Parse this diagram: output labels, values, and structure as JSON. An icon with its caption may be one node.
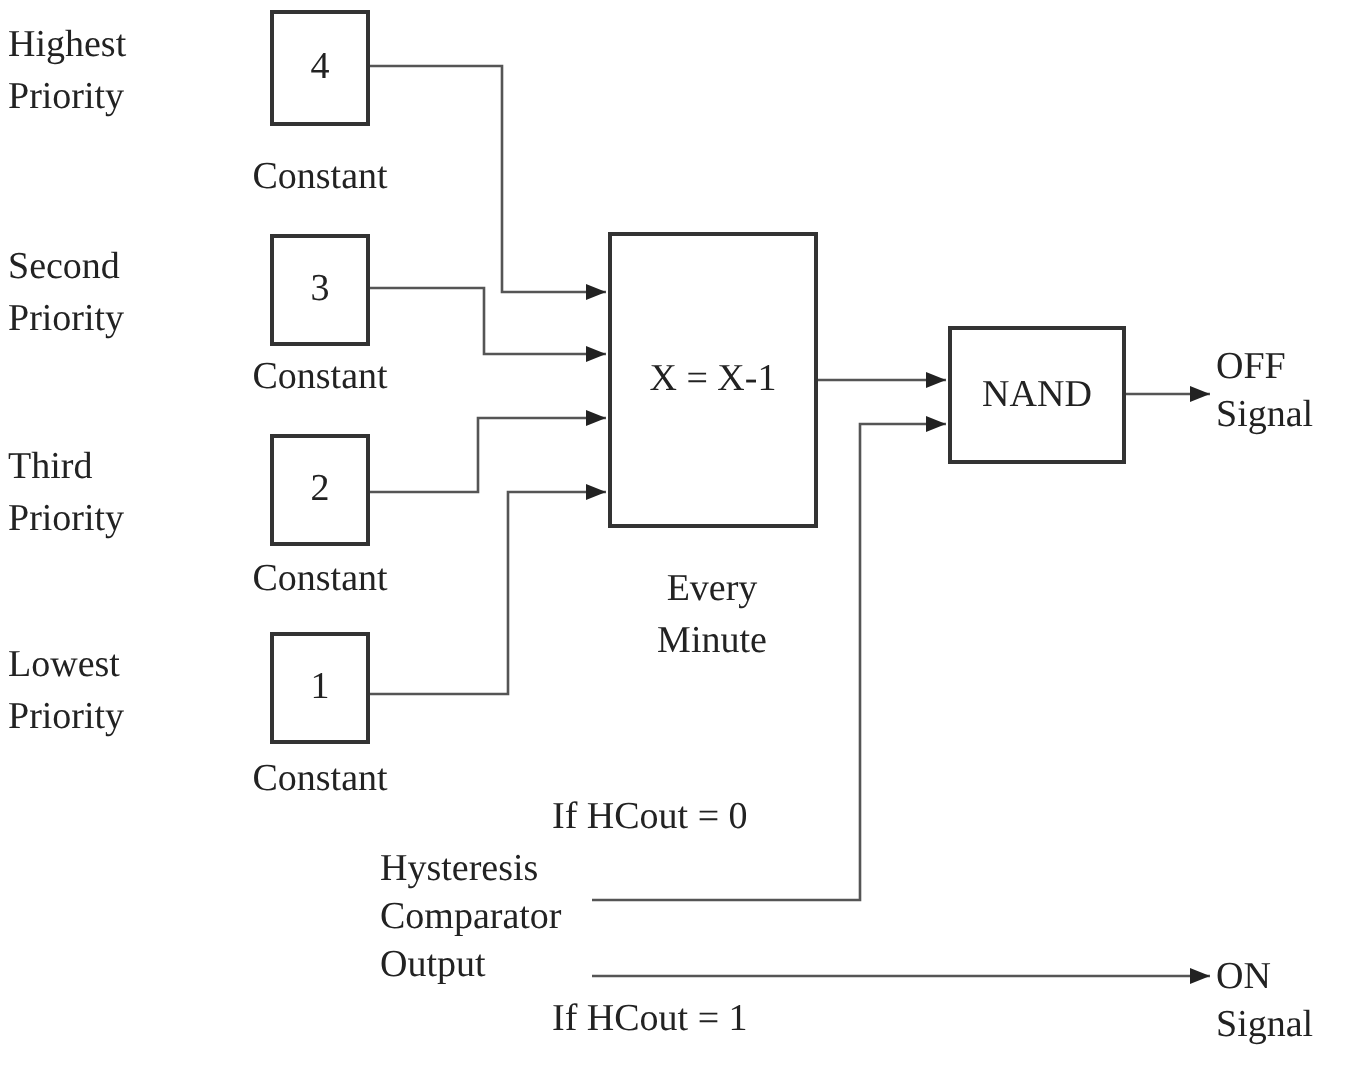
{
  "diagram": {
    "nodes": [
      {
        "text": [
          "4"
        ],
        "beside": [
          "Highest Priority",
          "Constant"
        ]
      },
      {
        "text": [
          "3"
        ],
        "beside": [
          "Second Priority",
          "Constant"
        ]
      },
      {
        "text": [
          "2"
        ],
        "beside": [
          "Third Priority",
          "Constant"
        ]
      },
      {
        "text": [
          "1"
        ],
        "beside": [
          "Lowest Priority",
          "Constant"
        ]
      },
      {
        "text": [
          "X = X-1"
        ],
        "beside": [
          "Every Minute"
        ]
      },
      {
        "text": [
          "NAND"
        ]
      },
      {
        "text": [
          "OFF Signal"
        ]
      },
      {
        "text": [
          "Hysteresis Comparator Output"
        ]
      },
      {
        "text": [
          "ON Signal"
        ]
      }
    ],
    "edges": [
      {
        "from": 0,
        "to": 4,
        "arrow": "to"
      },
      {
        "from": 1,
        "to": 4,
        "arrow": "to"
      },
      {
        "from": 2,
        "to": 4,
        "arrow": "to"
      },
      {
        "from": 3,
        "to": 4,
        "arrow": "to"
      },
      {
        "from": 4,
        "to": 5,
        "arrow": "to"
      },
      {
        "from": 5,
        "to": 6,
        "arrow": "to"
      },
      {
        "from": 7,
        "to": 5,
        "label": "If HCout = 0",
        "arrow": "to"
      },
      {
        "from": 7,
        "to": 8,
        "label": "If HCout = 1",
        "arrow": "to"
      }
    ]
  }
}
